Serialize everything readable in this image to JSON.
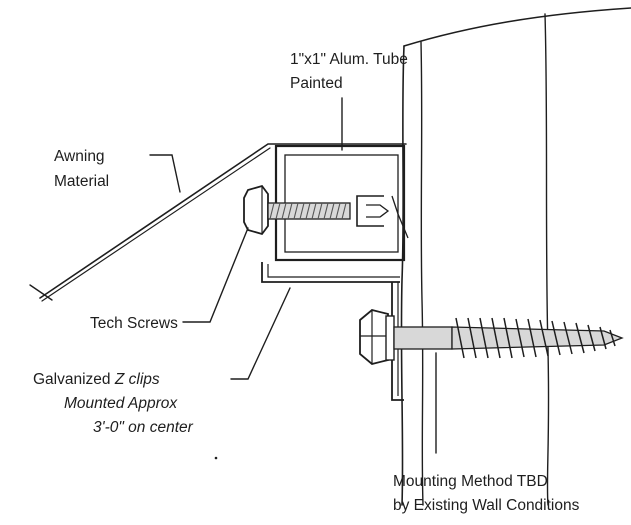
{
  "labels": {
    "tube_line1": "1\"x1\" Alum. Tube",
    "tube_line2": "Painted",
    "awning_line1": "Awning",
    "awning_line2": "Material",
    "tech_screws": "Tech Screws",
    "zclip_line1_plain": "Galvanized ",
    "zclip_line1_italic": "Z clips",
    "zclip_line2": "Mounted Approx",
    "zclip_line3": "3'-0\" on center",
    "mount_line1": "Mounting Method TBD",
    "mount_line2": "by Existing Wall Conditions"
  },
  "colors": {
    "ink": "#1e1e1e",
    "hatch": "#555555",
    "fill_screw": "#d8d8d8"
  }
}
